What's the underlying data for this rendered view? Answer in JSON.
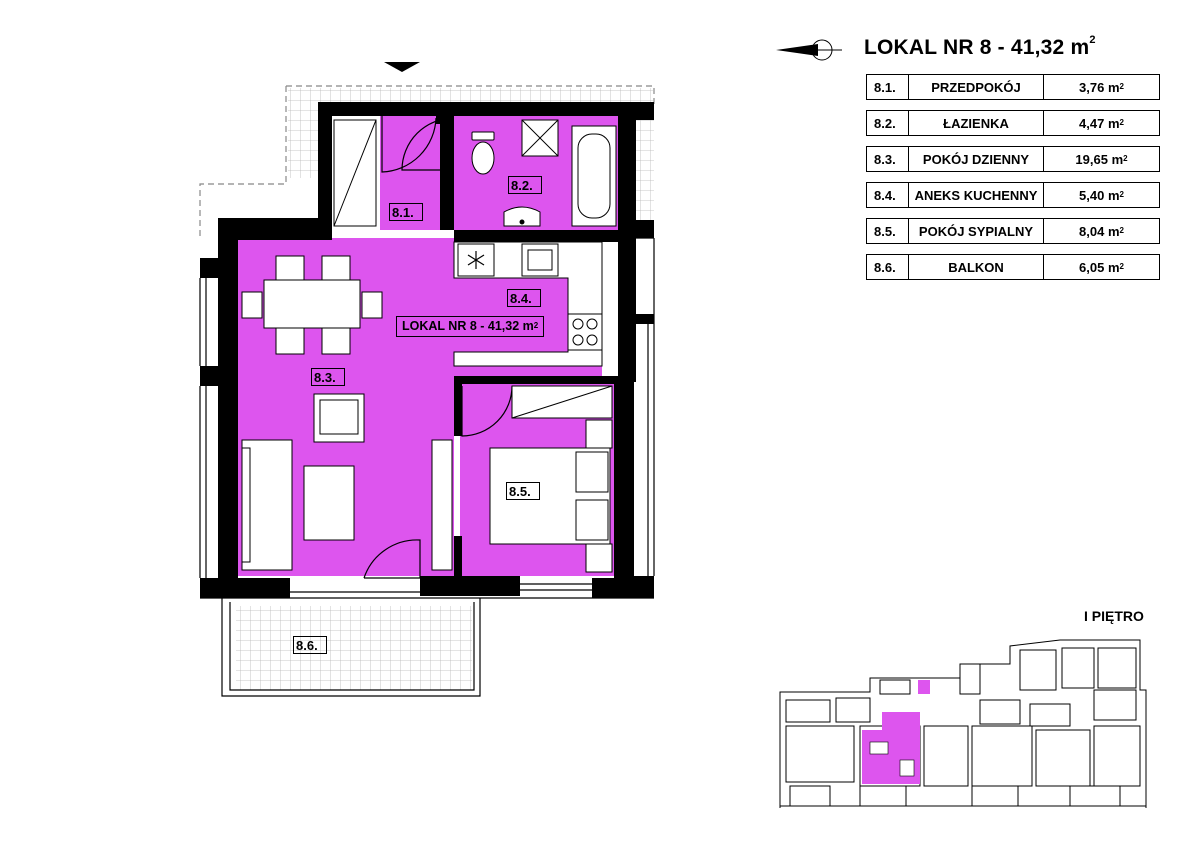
{
  "header": {
    "title": "LOKAL NR 8 - 41,32 m",
    "title_sup": "2"
  },
  "rooms": [
    {
      "no": "8.1.",
      "name": "PRZEDPOKÓJ",
      "area": "3,76 m",
      "sup": "2"
    },
    {
      "no": "8.2.",
      "name": "ŁAZIENKA",
      "area": "4,47 m",
      "sup": "2"
    },
    {
      "no": "8.3.",
      "name": "POKÓJ DZIENNY",
      "area": "19,65 m",
      "sup": "2"
    },
    {
      "no": "8.4.",
      "name": "ANEKS KUCHENNY",
      "area": "5,40 m",
      "sup": "2"
    },
    {
      "no": "8.5.",
      "name": "POKÓJ SYPIALNY",
      "area": "8,04 m",
      "sup": "2"
    }
  ],
  "balcony": {
    "no": "8.6.",
    "name": "BALKON",
    "area": "6,05 m",
    "sup": "2"
  },
  "plan_labels": {
    "r81": "8.1.",
    "r82": "8.2.",
    "r83": "8.3.",
    "r84": "8.4.",
    "r85": "8.5.",
    "r86": "8.6.",
    "unit": "LOKAL NR 8 - 41,32 m",
    "unit_sup": "2"
  },
  "floor": "I PIĘTRO",
  "colors": {
    "room_fill": "#dd55ee",
    "wall": "#000000",
    "balcony_hatch": "#bbbbbb"
  },
  "icons": [
    "compass-arrow-icon",
    "entrance-marker-icon",
    "toilet-icon",
    "bathtub-icon",
    "sink-icon",
    "fridge-snowflake-icon",
    "cooktop-icon"
  ]
}
